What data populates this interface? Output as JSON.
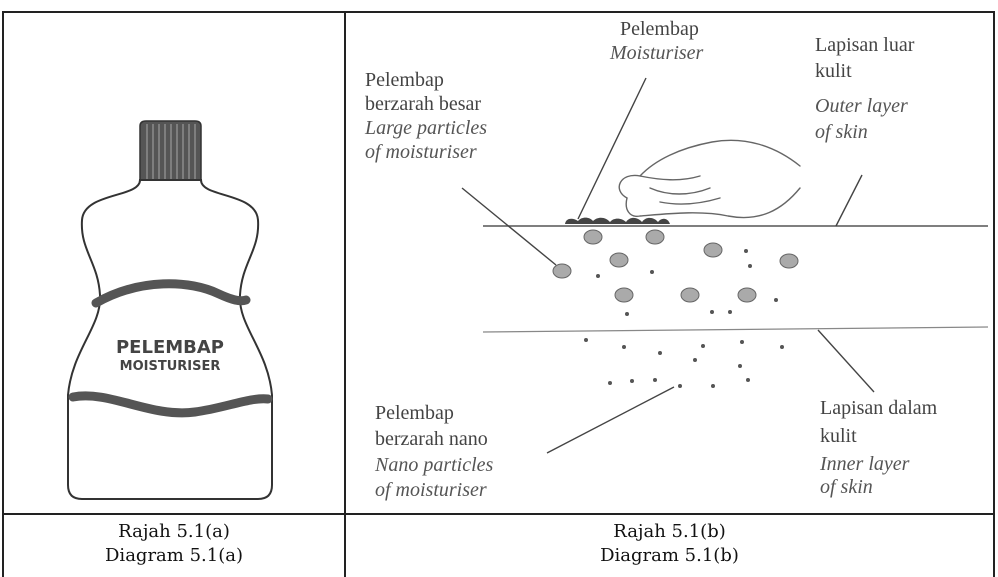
{
  "bottle": {
    "label_line1": "PELEMBAP",
    "label_line2": "MOISTURISER"
  },
  "labels": {
    "top_moisturiser_ms": "Pelembap",
    "top_moisturiser_en": "Moisturiser",
    "large_ms_1": "Pelembap",
    "large_ms_2": "berzarah besar",
    "large_en_1": "Large particles",
    "large_en_2": "of moisturiser",
    "outer_ms_1": "Lapisan luar",
    "outer_ms_2": "kulit",
    "outer_en_1": "Outer layer",
    "outer_en_2": "of skin",
    "nano_ms_1": "Pelembap",
    "nano_ms_2": "berzarah nano",
    "nano_en_1": "Nano particles",
    "nano_en_2": "of moisturiser",
    "inner_ms_1": "Lapisan dalam",
    "inner_ms_2": "kulit",
    "inner_en_1": "Inner layer",
    "inner_en_2": "of skin"
  },
  "captions": {
    "a_ms": "Rajah 5.1(a)",
    "a_en": "Diagram 5.1(a)",
    "b_ms": "Rajah 5.1(b)",
    "b_en": "Diagram 5.1(b)"
  }
}
